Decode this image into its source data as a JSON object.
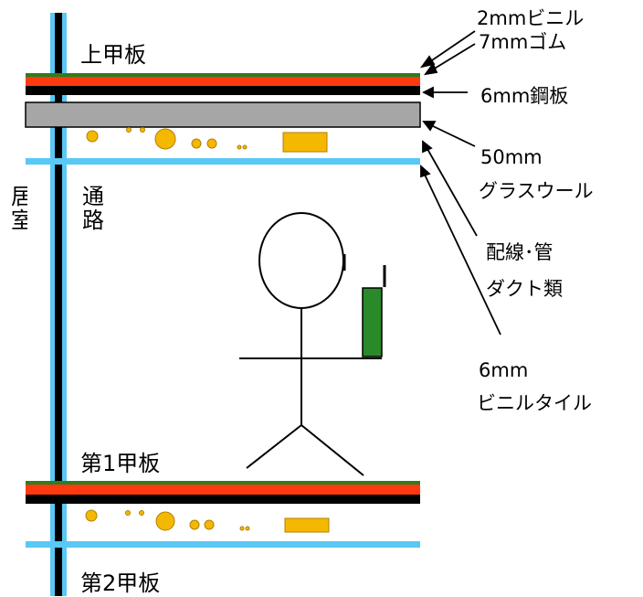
{
  "labels": {
    "upper_deck": "上甲板",
    "corridor": "通路",
    "cabin": "居室",
    "first_deck": "第1甲板",
    "second_deck": "第2甲板"
  },
  "annotations": {
    "vinyl_2mm": "2mmビニル",
    "rubber_7mm": "7mmゴム",
    "steel_6mm": "6mm鋼板",
    "glasswool_line1": "50mm",
    "glasswool_line2": "グラスウール",
    "ducts_line1": "配線･管",
    "ducts_line2": "ダクト類",
    "tile_line1": "6mm",
    "tile_line2": "ビニルタイル"
  },
  "colors": {
    "vinyl": "#2e7d1e",
    "rubber": "#ff3a10",
    "steel": "#000000",
    "glasswool": "#a6a6a6",
    "ceiling": "#5ac8f5",
    "pipes": "#f5b800",
    "phone": "#2a8a2a"
  }
}
